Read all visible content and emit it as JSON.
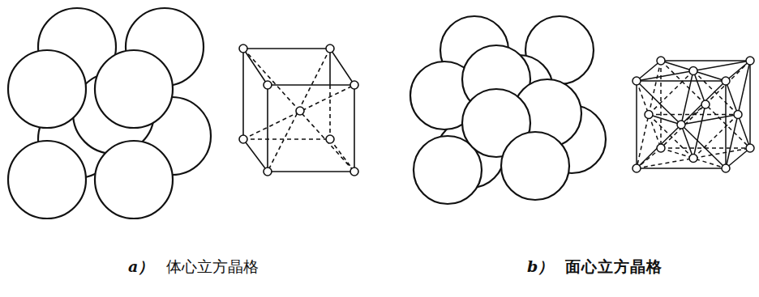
{
  "diagram": {
    "labels": [
      "a）",
      "体心立方晶格",
      "b）",
      "面心立方晶格"
    ]
  }
}
